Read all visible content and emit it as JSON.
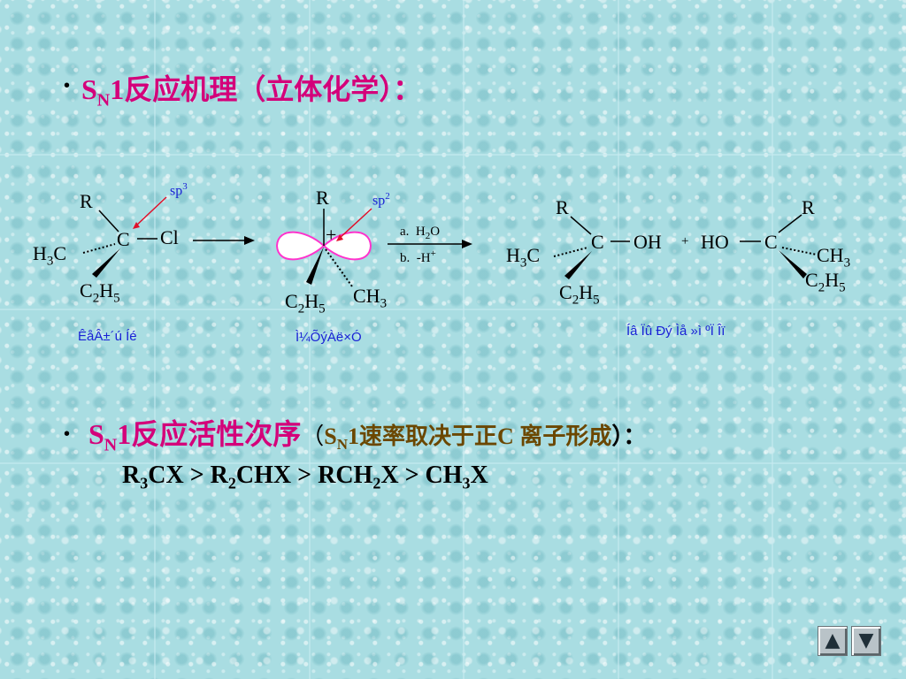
{
  "slide": {
    "bullet": "•",
    "heading1": {
      "s": "S",
      "sub": "N",
      "rest": "1反应机理（立体化学）："
    },
    "heading2": {
      "s": "S",
      "sub": "N",
      "rest": "1反应活性次序",
      "paren_open": "（",
      "s2": "S",
      "sub2": "N",
      "rate": "1速率取决于正",
      "c": "C",
      "rest2": " 离子形成",
      "paren_close": "）："
    },
    "series": [
      {
        "a": "R",
        "sub": "3",
        "b": "CX",
        "sep": " > "
      },
      {
        "a": "R",
        "sub": "2",
        "b": "CHX",
        "sep": " > "
      },
      {
        "a": "RCH",
        "sub": "2",
        "b": "X",
        "sep": " > "
      },
      {
        "a": "CH",
        "sub": "3",
        "b": "X",
        "sep": ""
      }
    ]
  },
  "scheme": {
    "reactant": {
      "r": "R",
      "c": "C",
      "cl": "Cl",
      "h3c": "H",
      "h3c_sub": "3",
      "h3c_c": "C",
      "c2h5": "C",
      "c2h5_sub1": "2",
      "c2h5_h": "H",
      "c2h5_sub2": "5",
      "sp": "sp",
      "sp_sup": "3",
      "label": "ÊåÂ±´ú Íé"
    },
    "intermediate": {
      "r": "R",
      "plus": "+",
      "c2h5": "C",
      "c2h5_sub1": "2",
      "c2h5_h": "H",
      "c2h5_sub2": "5",
      "ch3": "CH",
      "ch3_sub": "3",
      "sp": "sp",
      "sp_sup": "2",
      "label": "Ì¼ÕýÀë×Ó"
    },
    "conditions": {
      "a": "a.",
      "h2o_h": "H",
      "h2o_sub": "2",
      "h2o_o": "O",
      "b": "b.",
      "minus_h": "-H",
      "minus_h_sup": "+"
    },
    "product1": {
      "r": "R",
      "c": "C",
      "oh": "OH",
      "h3c": "H",
      "h3c_sub": "3",
      "h3c_c": "C",
      "c2h5": "C",
      "c2h5_sub1": "2",
      "c2h5_h": "H",
      "c2h5_sub2": "5"
    },
    "plus": "+",
    "product2": {
      "r": "R",
      "ho": "HO",
      "c": "C",
      "ch3": "CH",
      "ch3_sub": "3",
      "c2h5": "C",
      "c2h5_sub1": "2",
      "c2h5_h": "H",
      "c2h5_sub2": "5"
    },
    "product_label": "Íâ Ïû Ðý Ìå »ì ºÏ Îï"
  },
  "nav": {
    "prev_icon": "▲",
    "next_icon": "▼"
  },
  "colors": {
    "heading": "#d4007a",
    "subheading": "#6b4700",
    "annotation": "#1a22d6",
    "arrow_red": "#e0102a",
    "orbital": "#ff33cc"
  }
}
